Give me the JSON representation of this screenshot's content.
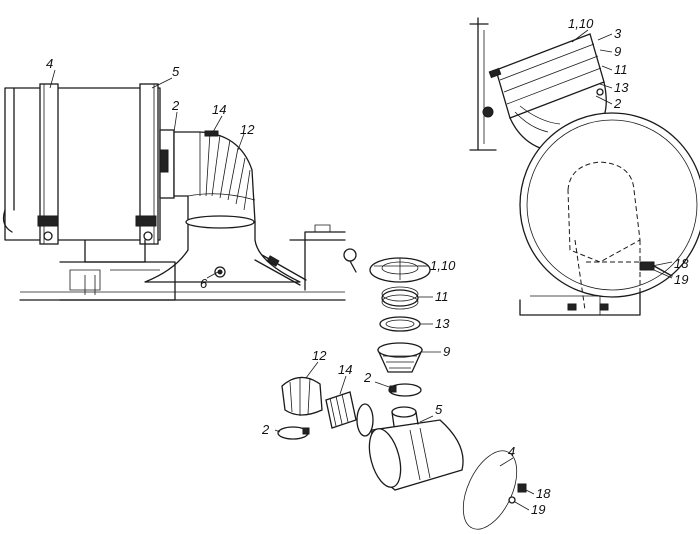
{
  "diagram": {
    "labels": {
      "a1_4": "4",
      "a1_5": "5",
      "a1_2": "2",
      "a1_14": "14",
      "a1_12": "12",
      "a1_6": "6",
      "b_110": "1,10",
      "b_3": "3",
      "b_9": "9",
      "b_11": "11",
      "b_13": "13",
      "b_2": "2",
      "b_18": "18",
      "b_19": "19",
      "c_110": "1,10",
      "c_11": "11",
      "c_13": "13",
      "c_9": "9",
      "c_12": "12",
      "c_14": "14",
      "c_2a": "2",
      "c_5": "5",
      "c_2b": "2",
      "c_4": "4",
      "c_18": "18",
      "c_19": "19"
    }
  }
}
